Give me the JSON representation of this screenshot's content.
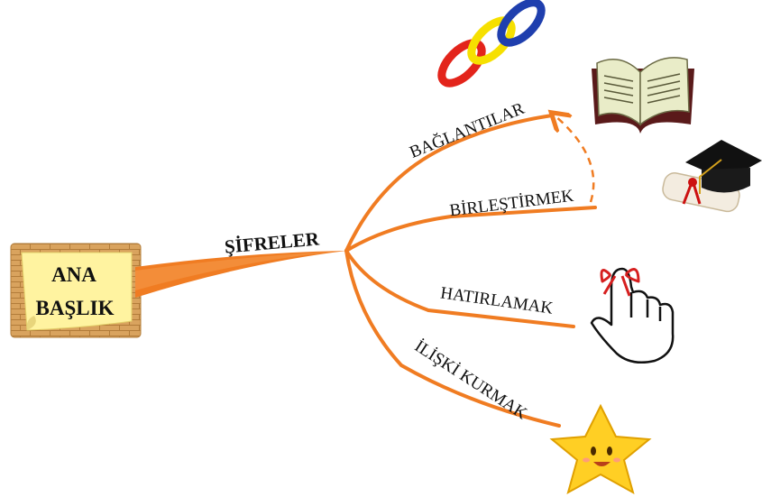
{
  "central_topic": {
    "lines": [
      "ANA",
      "BAŞLIK"
    ]
  },
  "main_branch": {
    "label": "ŞİFRELER"
  },
  "branches": [
    {
      "label": "BAĞLANTILAR",
      "icon": "chain-links-icon"
    },
    {
      "label": "BİRLEŞTİRMEK",
      "icon": "book-and-graduation-cap-icon"
    },
    {
      "label": "HATIRLAMAK",
      "icon": "finger-ribbon-icon"
    },
    {
      "label": "İLİŞKİ KURMAK",
      "icon": "smiling-star-icon"
    }
  ],
  "relationship": {
    "from": "BİRLEŞTİRMEK",
    "to": "BAĞLANTILAR",
    "style": "dashed"
  },
  "colors": {
    "branch": "#f07c22",
    "note": "#fff3a0",
    "brick": "#d9a560"
  }
}
